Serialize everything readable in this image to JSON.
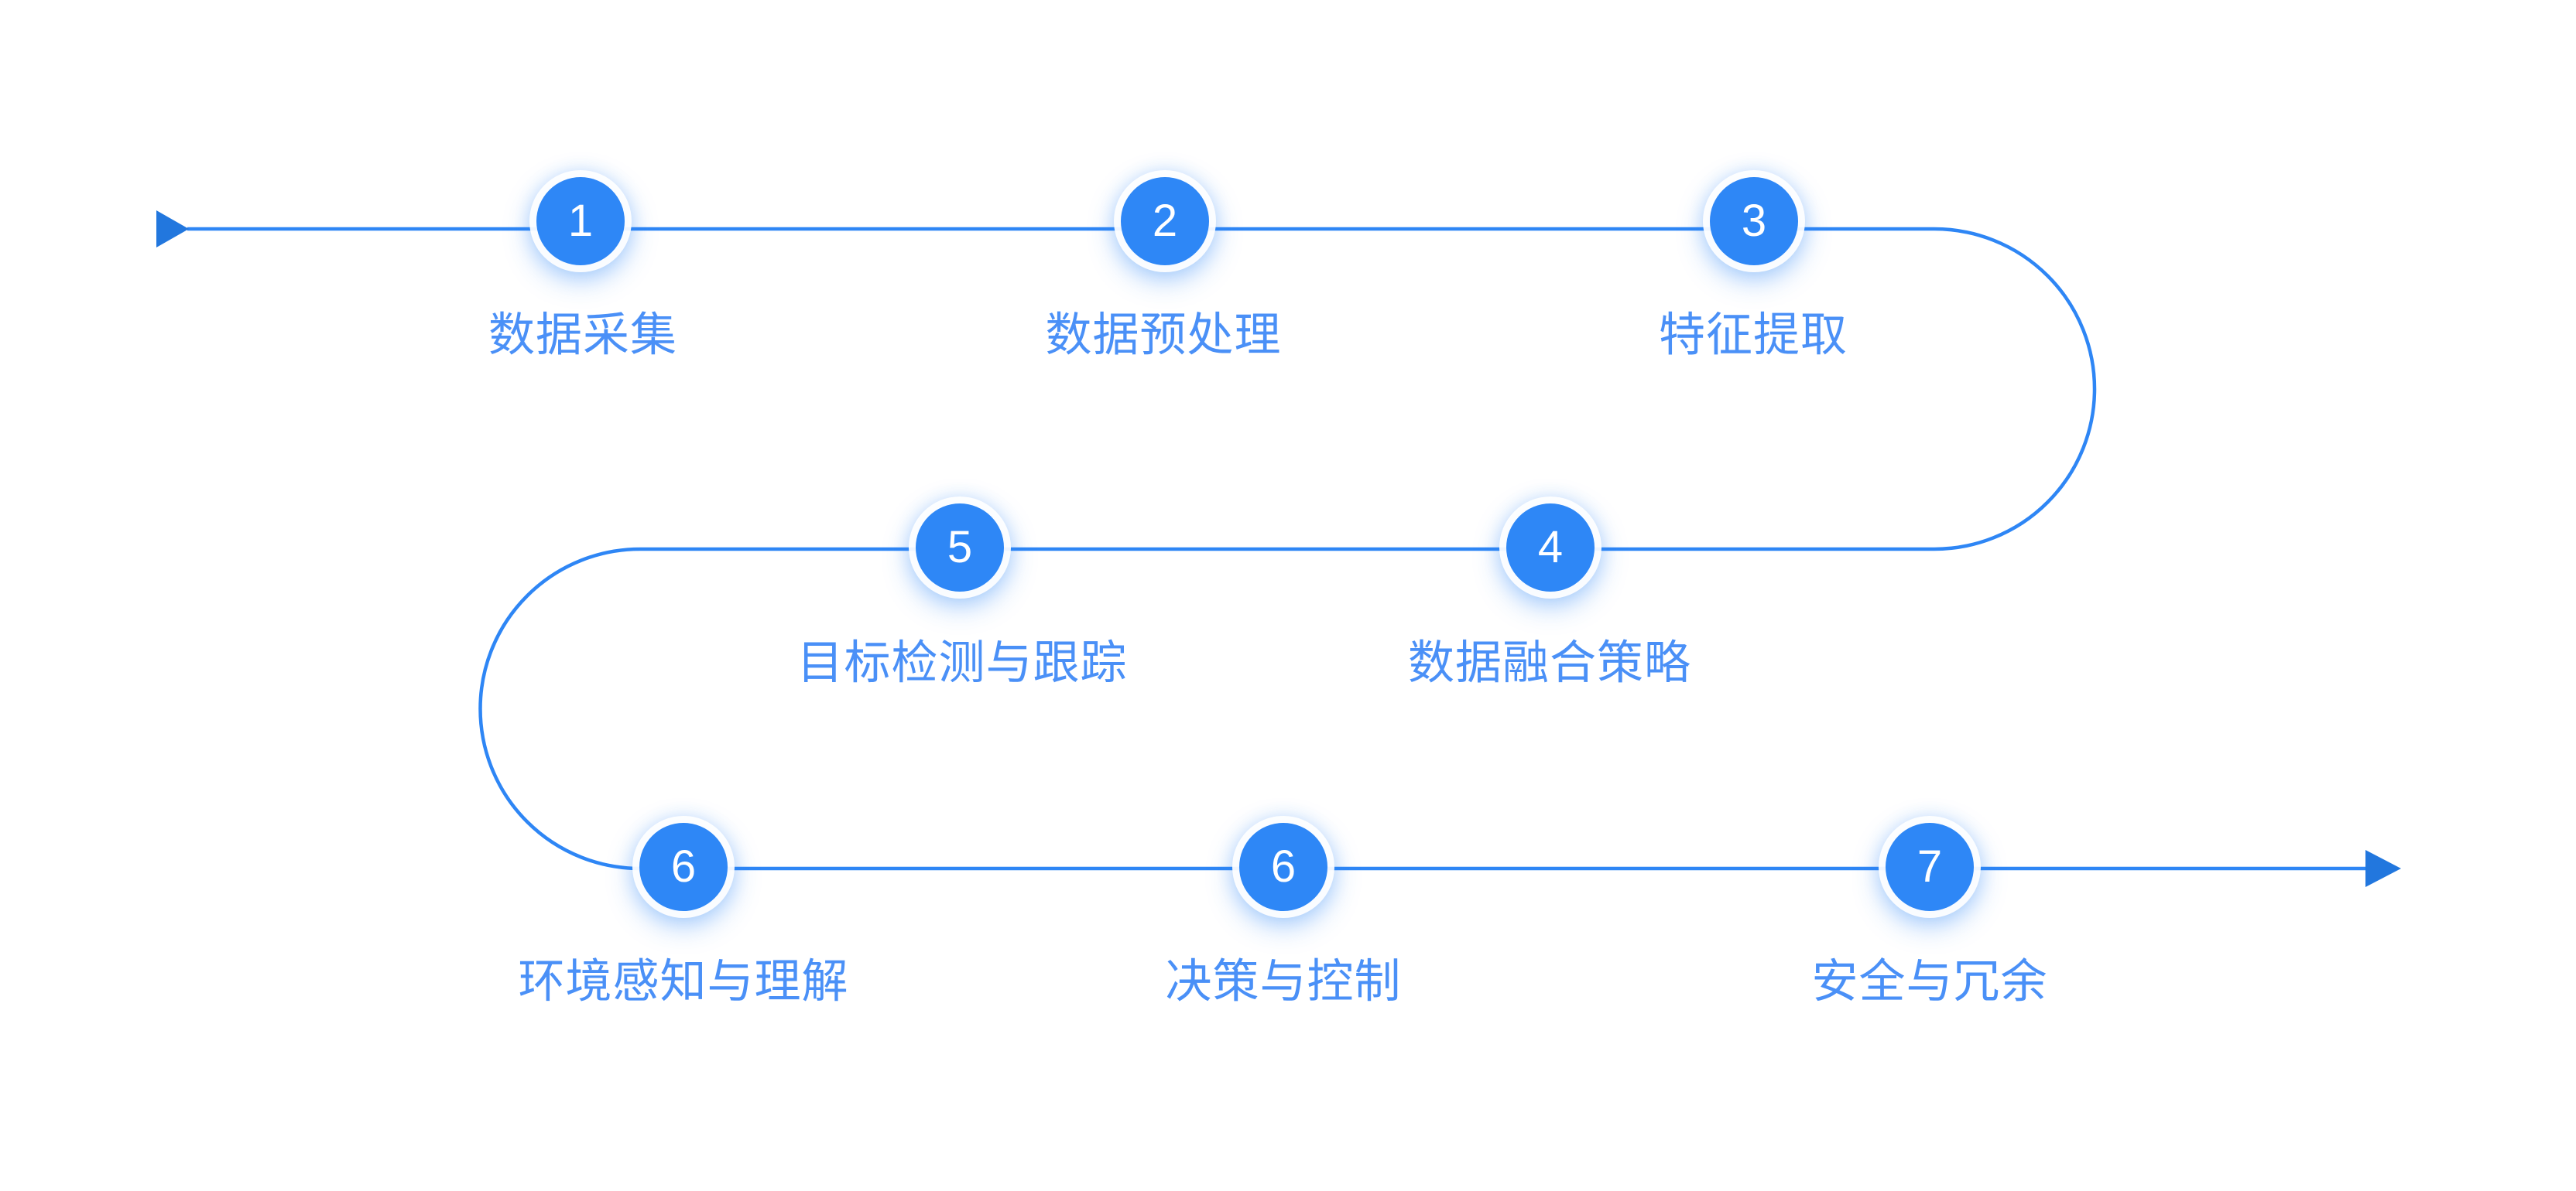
{
  "diagram": {
    "title": "",
    "type": "s-curve-flow",
    "steps": [
      {
        "number": "1",
        "label": "数据采集"
      },
      {
        "number": "2",
        "label": "数据预处理"
      },
      {
        "number": "3",
        "label": "特征提取"
      },
      {
        "number": "4",
        "label": "数据融合策略"
      },
      {
        "number": "5",
        "label": "目标检测与跟踪"
      },
      {
        "number": "6",
        "label": "环境感知与理解"
      },
      {
        "number": "6",
        "label": "决策与控制"
      },
      {
        "number": "7",
        "label": "安全与冗余"
      }
    ],
    "colors": {
      "node_fill": "#2E87F6",
      "node_number_text": "#FFFFFF",
      "connector_line": "#2E86F5",
      "arrow": "#2277DE",
      "label_text": "#4A90F7",
      "background": "#FFFFFF"
    }
  }
}
